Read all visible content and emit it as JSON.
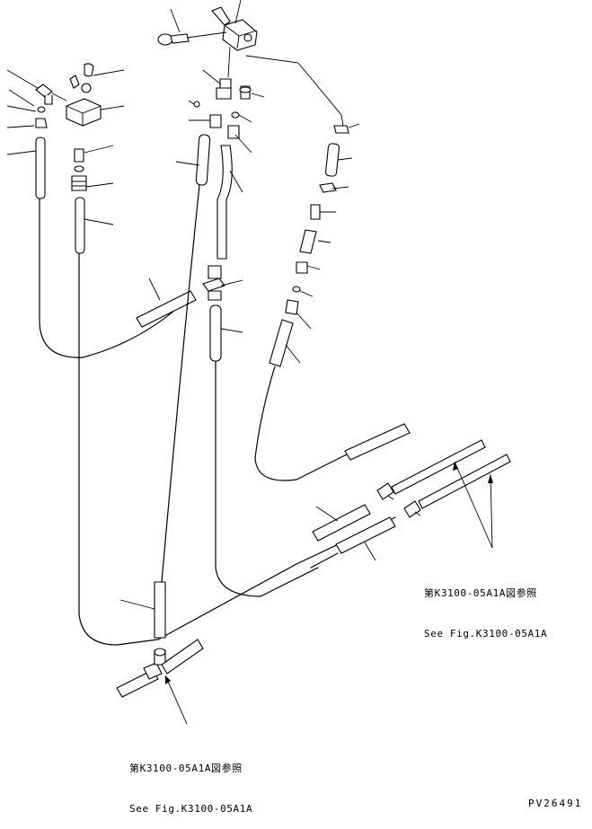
{
  "references": [
    {
      "jp": "第K3100-05A1A図参照",
      "en": "See Fig.K3100-05A1A"
    },
    {
      "jp": "第K3100-05A1A図参照",
      "en": "See Fig.K3100-05A1A"
    }
  ],
  "document_id": "PV26491"
}
